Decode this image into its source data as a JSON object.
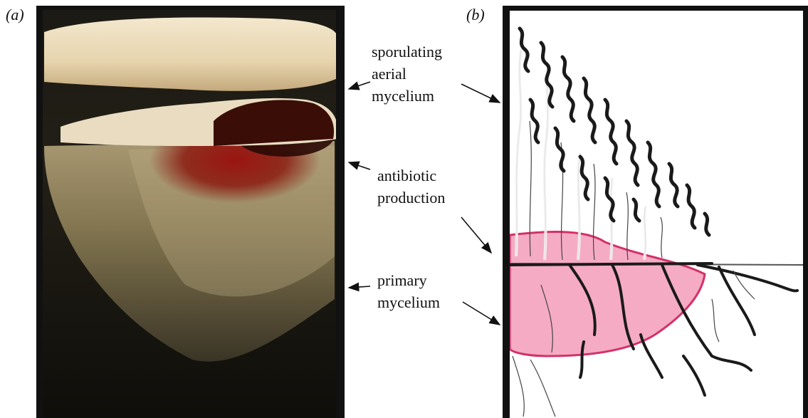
{
  "panels": {
    "a_label": "(a)",
    "b_label": "(b)"
  },
  "labels": {
    "sporulating": [
      "sporulating",
      "aerial",
      "mycelium"
    ],
    "antibiotic": [
      "antibiotic",
      "production"
    ],
    "primary": [
      "primary",
      "mycelium"
    ]
  },
  "colors": {
    "frame": "#111111",
    "antibiotic_zone": "#e8457d",
    "aerial_hyphae": "#1a1a1a",
    "primary_hyphae": "#f4f4f4"
  }
}
